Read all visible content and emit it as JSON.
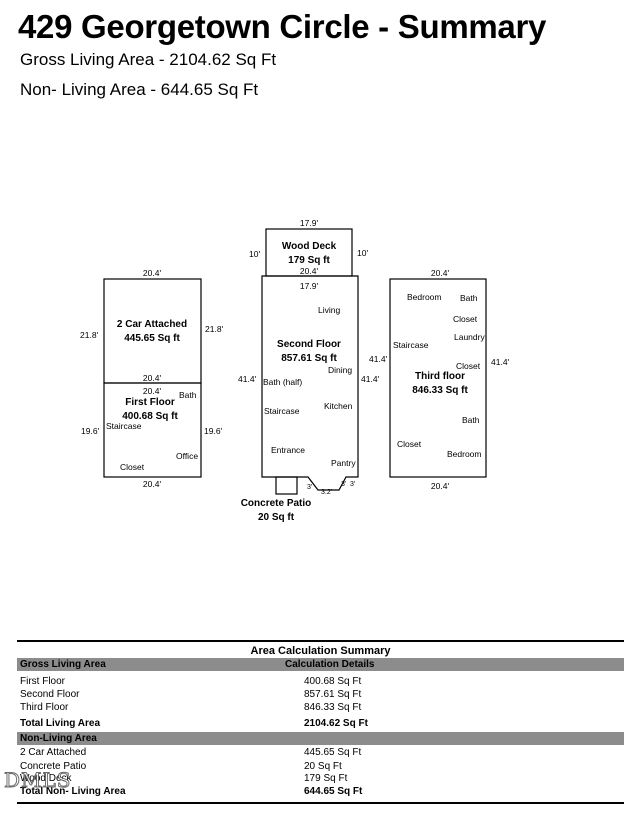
{
  "header": {
    "title": "429 Georgetown Circle - Summary",
    "gross_living": "Gross Living Area - 2104.62 Sq Ft",
    "non_living": "Non- Living Area - 644.65 Sq Ft"
  },
  "plan": {
    "garage": {
      "name": "2 Car Attached",
      "area": "445.65 Sq ft",
      "dim_top": "20.4'",
      "dim_left": "21.8'",
      "dim_right": "21.8'"
    },
    "first_floor": {
      "name": "First Floor",
      "area": "400.68 Sq ft",
      "dim_top": "20.4'",
      "dim_left": "19.6'",
      "dim_right": "19.6'",
      "dim_bottom": "20.4'",
      "rooms": [
        "Bath",
        "Staircase",
        "Office",
        "Closet"
      ]
    },
    "wood_deck": {
      "name": "Wood Deck",
      "area": "179 Sq ft",
      "dim_top": "17.9'",
      "dim_left": "10'",
      "dim_right": "10'",
      "dim_bottom": "20.4'"
    },
    "second_floor": {
      "name": "Second Floor",
      "area": "857.61 Sq ft",
      "dim_top": "17.9'",
      "dim_left": "41.4'",
      "dim_right": "41.4'",
      "rooms": [
        "Living",
        "Dining",
        "Bath (half)",
        "Kitchen",
        "Staircase",
        "Entrance",
        "Pantry"
      ],
      "dims_bottom": [
        "3'",
        "3.2'",
        "3'",
        "3'"
      ]
    },
    "patio": {
      "name": "Concrete Patio",
      "area": "20 Sq ft"
    },
    "third_floor": {
      "name": "Third floor",
      "area": "846.33 Sq ft",
      "dim_top": "20.4'",
      "dim_left": "41.4'",
      "dim_right": "41.4'",
      "dim_bottom": "20.4'",
      "rooms": [
        "Bedroom",
        "Bath",
        "Closet",
        "Laundry",
        "Staircase",
        "Closet",
        "Bath",
        "Closet",
        "Bedroom"
      ]
    }
  },
  "summary": {
    "title": "Area Calculation Summary",
    "gross_header": "Gross Living Area",
    "calc_header": "Calculation Details",
    "gross_rows": [
      {
        "label": "First Floor",
        "value": "400.68 Sq Ft"
      },
      {
        "label": "Second Floor",
        "value": "857.61 Sq Ft"
      },
      {
        "label": "Third Floor",
        "value": "846.33 Sq Ft"
      }
    ],
    "total_living": {
      "label": "Total Living Area",
      "value": "2104.62 Sq Ft"
    },
    "non_header": "Non-Living Area",
    "non_rows": [
      {
        "label": "2 Car Attached",
        "value": "445.65 Sq Ft"
      },
      {
        "label": "Concrete Patio",
        "value": "20 Sq Ft"
      },
      {
        "label": "Wood Deck",
        "value": "179 Sq Ft"
      }
    ],
    "total_non": {
      "label": "Total Non- Living Area",
      "value": "644.65 Sq Ft"
    }
  },
  "watermark": "DMLS"
}
